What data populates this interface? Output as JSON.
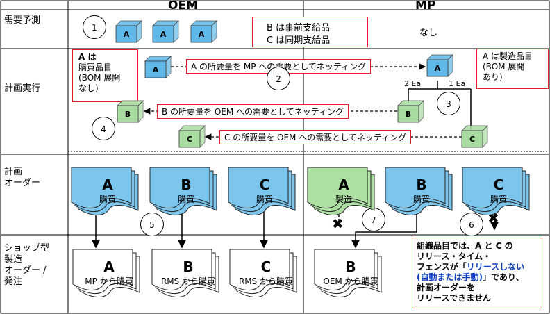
{
  "headers": {
    "oem": "OEM",
    "mp": "MP"
  },
  "rows": {
    "forecast": "需要予測",
    "planning": "計画実行",
    "planned_orders": "計画\nオーダー",
    "shop_orders": "ショップ型\n製造\nオーダー /\n発注"
  },
  "forecast": {
    "cubes": [
      "A",
      "A",
      "A"
    ],
    "supply_note": [
      "B は事前支給品",
      "C は同期支給品"
    ],
    "mp_value": "なし"
  },
  "planning": {
    "left_note": [
      "A は",
      "購買品目",
      "(BOM 展開",
      "なし)"
    ],
    "right_note": [
      "A は製造品目",
      "(BOM 展開",
      "あり)"
    ],
    "netting_a": "A の所要量を MP への需要としてネッティング",
    "netting_b": "B の所要量を OEM への需要としてネッティング",
    "netting_c": "C の所要量を OEM への需要としてネッティング",
    "qty_b": "2 Ea",
    "qty_c": "1 Ea",
    "cubes": {
      "a_left": "A",
      "a_right": "A",
      "b_left": "B",
      "b_right": "B",
      "c_left": "C",
      "c_right": "C"
    }
  },
  "steps": [
    "1",
    "2",
    "3",
    "4",
    "5",
    "6",
    "7"
  ],
  "planned_orders": {
    "oem": [
      {
        "letter": "A",
        "sub": "購買"
      },
      {
        "letter": "B",
        "sub": "購買"
      },
      {
        "letter": "C",
        "sub": "購買"
      }
    ],
    "mp": [
      {
        "letter": "A",
        "sub": "製造"
      },
      {
        "letter": "B",
        "sub": "購買"
      },
      {
        "letter": "C",
        "sub": "購買"
      }
    ]
  },
  "shop_orders": {
    "oem": [
      {
        "letter": "A",
        "sub": "MP から購買"
      },
      {
        "letter": "B",
        "sub": "RMS から購買"
      },
      {
        "letter": "C",
        "sub": "RMS から購買"
      }
    ],
    "mp": [
      {
        "letter": "B",
        "sub": "OEM から購買"
      }
    ]
  },
  "note": {
    "line1": "組織品目では、A と C の",
    "line2": "リリース・タイム・",
    "line3a": "フェンスが「",
    "line3b": "リリースしない",
    "line4a": "(自動または手動)",
    "line4b": "」であり、",
    "line5": "計画オーダーを",
    "line6": "リリースできません"
  },
  "colors": {
    "cube_blue": "#5fb8e8",
    "cube_green": "#a8dca0",
    "doc_blue": "#7cc6ee",
    "doc_green": "#aee0a4",
    "accent_red": "#e02020"
  }
}
